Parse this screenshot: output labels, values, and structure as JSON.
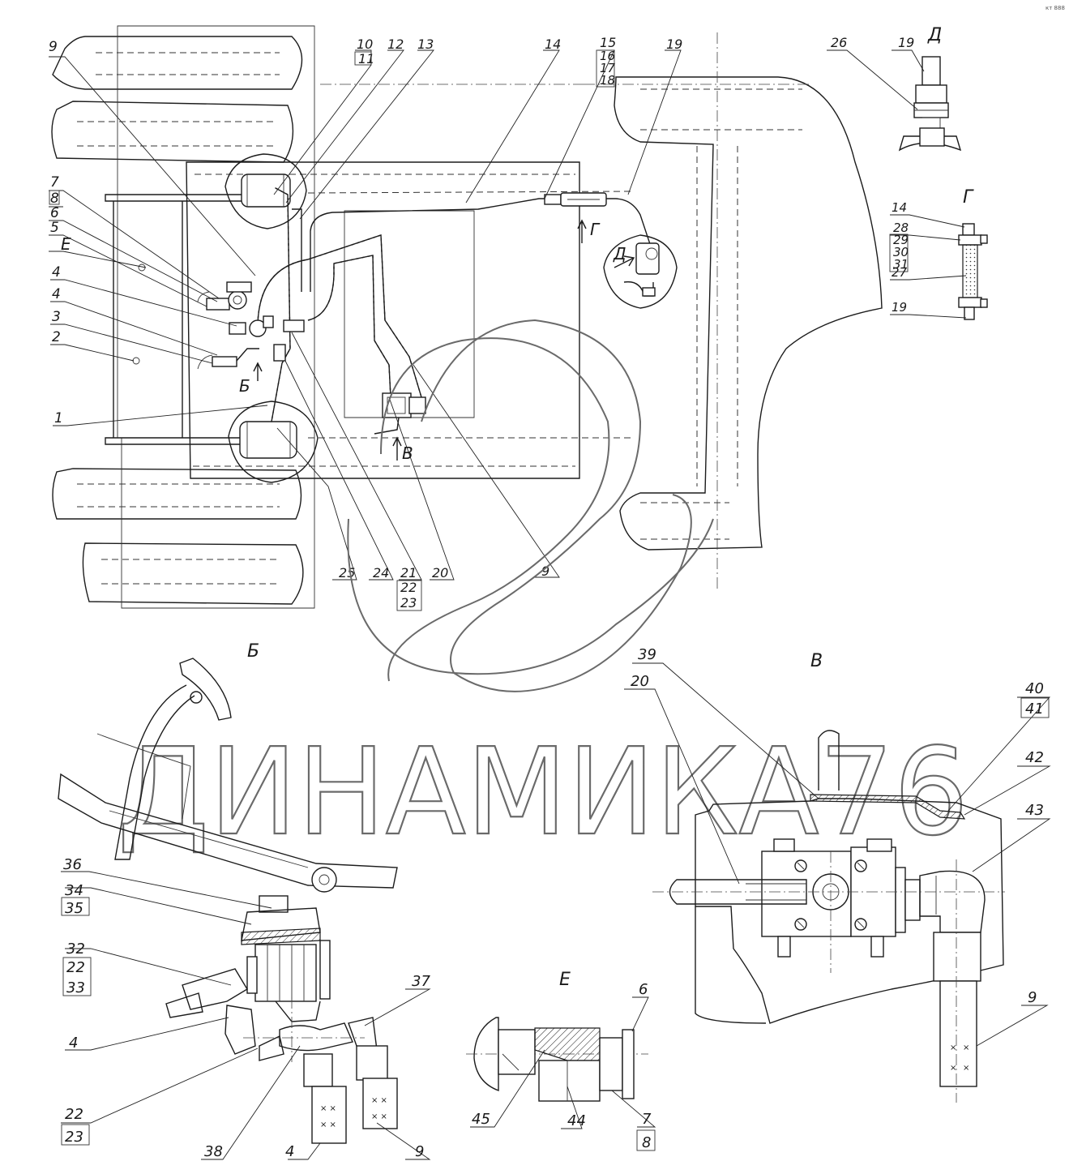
{
  "watermark": {
    "text": "ДИНАМИКА76"
  },
  "corner_mark": "кт 888",
  "view_labels": {
    "b": "Б",
    "v": "В",
    "g": "Г",
    "d": "Д",
    "e": "Е"
  },
  "main_view": {
    "left_labels": [
      "7",
      "8",
      "6",
      "5",
      "4",
      "4",
      "3",
      "2",
      "1"
    ],
    "top_labels": [
      "9",
      "10",
      "11",
      "12",
      "13",
      "14",
      "15",
      "16",
      "17",
      "18",
      "19"
    ],
    "bottom_labels": [
      "25",
      "24",
      "21",
      "22",
      "23",
      "20",
      "9"
    ],
    "arrows": [
      "Б",
      "В",
      "Г",
      "Д"
    ]
  },
  "view_d": {
    "labels": [
      "26",
      "19"
    ]
  },
  "view_g": {
    "labels": [
      "14",
      "28",
      "29",
      "30",
      "31",
      "27",
      "19"
    ]
  },
  "view_b_labels": [
    "36",
    "34",
    "35",
    "32",
    "22",
    "33",
    "37",
    "4",
    "22",
    "23",
    "38",
    "4",
    "9"
  ],
  "view_v_labels": [
    "39",
    "20",
    "40",
    "41",
    "42",
    "43",
    "9"
  ],
  "view_e_labels": [
    "6",
    "45",
    "44",
    "7",
    "8"
  ]
}
